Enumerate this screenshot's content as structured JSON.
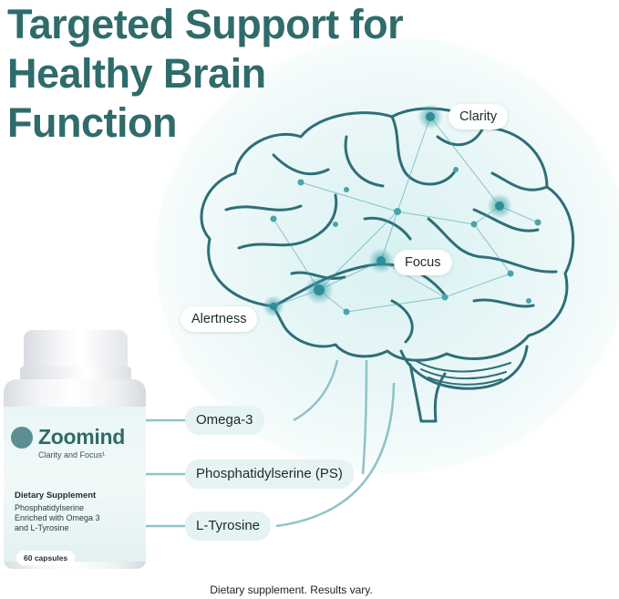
{
  "headline": {
    "line1": "Targeted Support for",
    "line2": "Healthy Brain",
    "line3": "Function"
  },
  "callouts": {
    "clarity": "Clarity",
    "focus": "Focus",
    "alertness": "Alertness"
  },
  "ingredients": [
    "Omega-3",
    "Phosphatidylserine (PS)",
    "L-Tyrosine"
  ],
  "product": {
    "brand": "Zoomind",
    "tagline": "Clarity and Focus¹",
    "type": "Dietary Supplement",
    "description": [
      "Phosphatidylserine",
      "Enriched with Omega 3",
      "and L-Tyrosine"
    ],
    "count": "60 capsules"
  },
  "disclaimer": "Dietary supplement. Results vary.",
  "colors": {
    "headline": "#2f6b6b",
    "brain_stroke": "#2e6f78",
    "node": "#4aa3aa",
    "glow": "#d9f1f2",
    "connector": "#8fc3c6",
    "ingredient_pill": "#e6f3f3"
  }
}
